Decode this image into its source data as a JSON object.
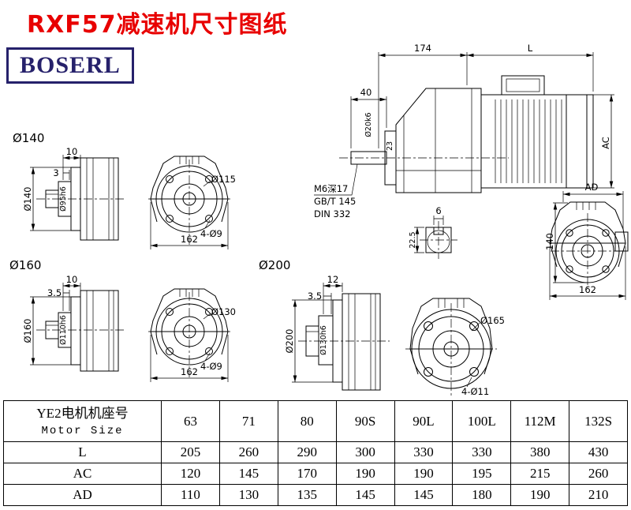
{
  "page": {
    "title": "RXF57减速机尺寸图纸",
    "logo": "BOSERL"
  },
  "section_labels": {
    "s140": "Ø140",
    "s160": "Ø160",
    "s200": "Ø200"
  },
  "views": {
    "v140_side": {
      "d1": "10",
      "d2": "3",
      "flange": "Ø140",
      "spigot": "Ø95h6"
    },
    "v140_front": {
      "bolt_circle": "Ø115",
      "holes": "4-Ø9",
      "width": "162"
    },
    "assembly": {
      "gear_length": "174",
      "motor_length": "L",
      "shaft_length": "40",
      "shaft_dia": "Ø20k6",
      "hub_len": "23",
      "motor_height": "AC",
      "tap": "M6深17",
      "std1": "GB/T 145",
      "std2": "DIN 332",
      "key_width": "6",
      "key_depth": "22.5"
    },
    "rear": {
      "ad": "AD",
      "height": "140",
      "width": "162"
    },
    "v160_side": {
      "d1": "10",
      "d2": "3.5",
      "flange": "Ø160",
      "spigot": "Ø110h6"
    },
    "v160_front": {
      "bolt_circle": "Ø130",
      "holes": "4-Ø9",
      "width": "162"
    },
    "v200_side": {
      "d1": "12",
      "d2": "3.5",
      "flange": "Ø200",
      "spigot": "Ø130h6"
    },
    "v200_front": {
      "bolt_circle": "Ø165",
      "holes": "4-Ø11"
    }
  },
  "table": {
    "header_cn": "YE2电机机座号",
    "header_en": "Motor Size",
    "columns": [
      "63",
      "71",
      "80",
      "90S",
      "90L",
      "100L",
      "112M",
      "132S"
    ],
    "rows": [
      {
        "label": "L",
        "values": [
          "205",
          "260",
          "290",
          "300",
          "330",
          "330",
          "380",
          "430"
        ]
      },
      {
        "label": "AC",
        "values": [
          "120",
          "145",
          "170",
          "190",
          "190",
          "195",
          "215",
          "260"
        ]
      },
      {
        "label": "AD",
        "values": [
          "110",
          "130",
          "135",
          "145",
          "145",
          "180",
          "190",
          "210"
        ]
      }
    ]
  }
}
